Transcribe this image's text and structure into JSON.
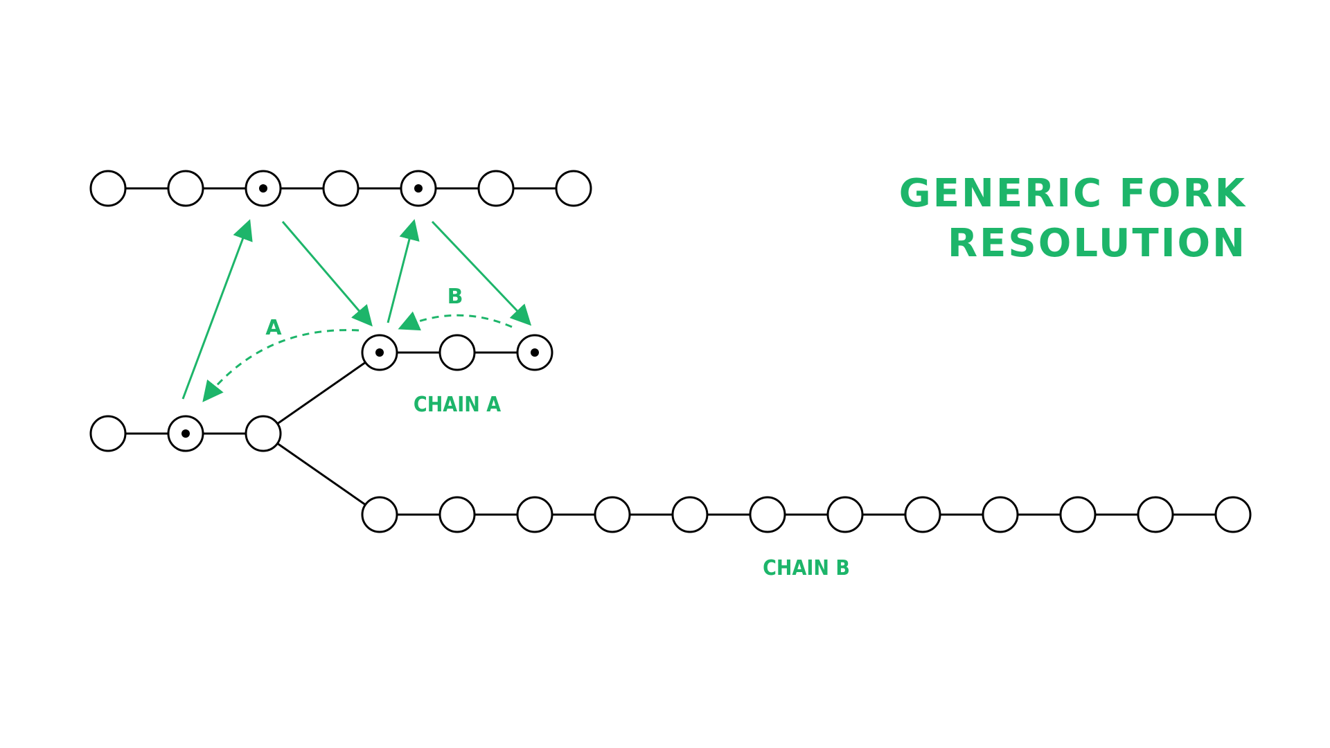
{
  "title": {
    "line1": "GENERIC FORK",
    "line2": "RESOLUTION"
  },
  "labels": {
    "chain_a": "CHAIN A",
    "chain_b": "CHAIN B",
    "switch_a": "A",
    "switch_b": "B"
  },
  "colors": {
    "accent": "#1db56a",
    "node_stroke": "#000000",
    "background": "#ffffff"
  },
  "structure": {
    "top_chain_nodes": 7,
    "top_chain_marked": [
      3,
      5
    ],
    "base_chain_nodes": 3,
    "base_chain_marked": [
      2
    ],
    "chain_a_nodes": 3,
    "chain_a_marked": [
      1,
      3
    ],
    "chain_b_nodes": 12
  }
}
